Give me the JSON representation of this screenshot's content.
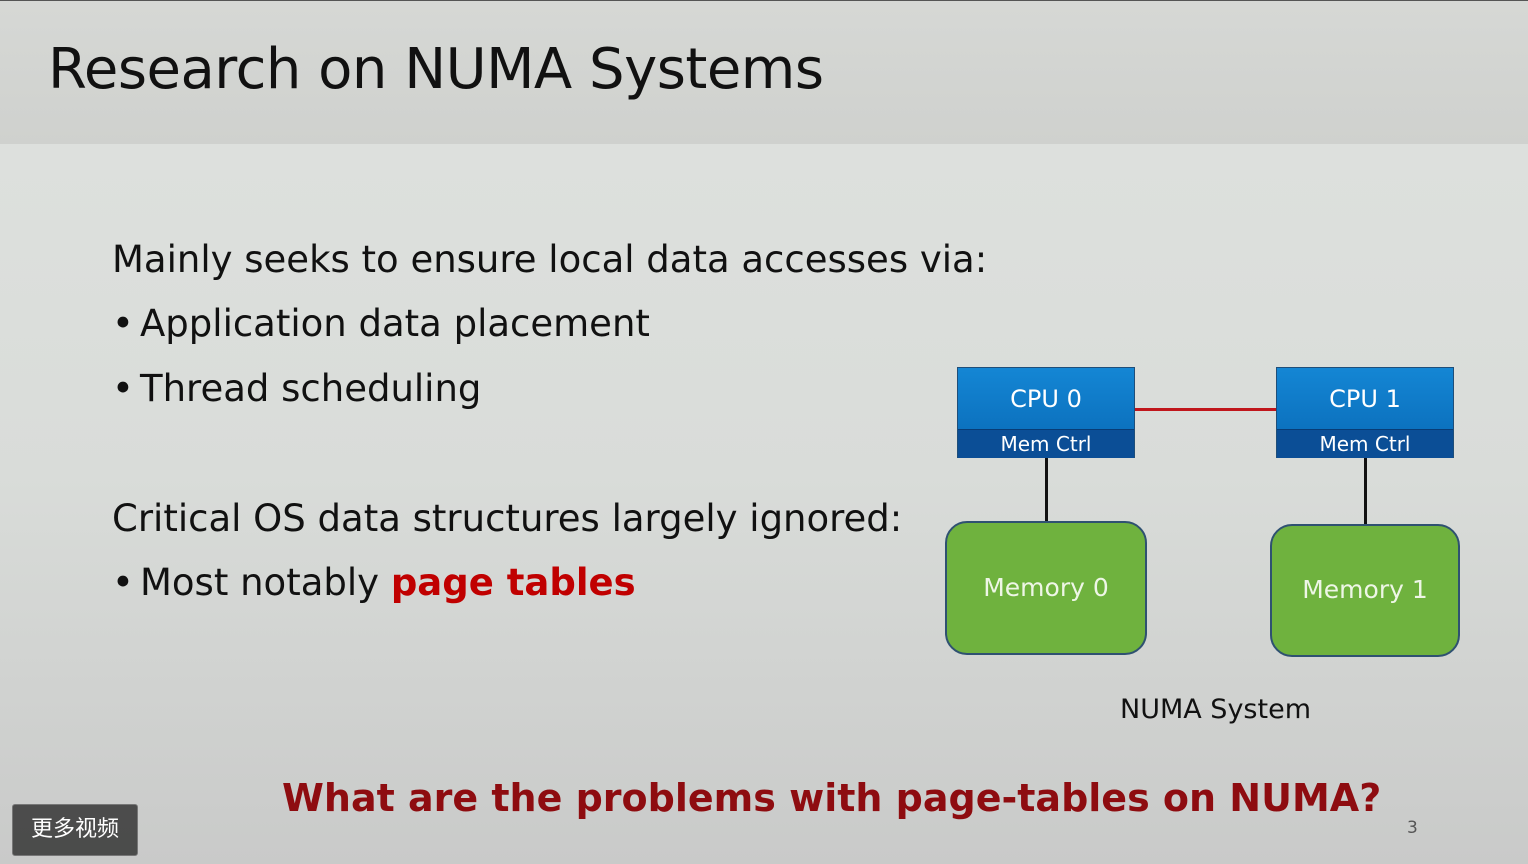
{
  "slide": {
    "title": "Research on NUMA Systems",
    "intro": "Mainly seeks to ensure local data accesses via:",
    "bullets_top": [
      "Application data placement",
      "Thread scheduling"
    ],
    "critical": "Critical OS data structures largely ignored:",
    "notably_prefix": "Most notably ",
    "notably_highlight": "page tables",
    "question": "What are the problems with page-tables on NUMA?",
    "page_number": "3",
    "bullet_char": "•"
  },
  "diagram": {
    "cpu0": {
      "label": "CPU 0",
      "ctrl": "Mem Ctrl"
    },
    "cpu1": {
      "label": "CPU 1",
      "ctrl": "Mem Ctrl"
    },
    "memory0": "Memory 0",
    "memory1": "Memory 1",
    "caption": "NUMA System",
    "colors": {
      "cpu": "#0f7ac8",
      "mem_ctrl": "#0b4e96",
      "memory": "#6fb23e",
      "interconnect": "#c0161c"
    }
  },
  "overlay": {
    "more_videos_label": "更多视频"
  },
  "colors": {
    "highlight": "#c00000",
    "question": "#8e0c10"
  }
}
